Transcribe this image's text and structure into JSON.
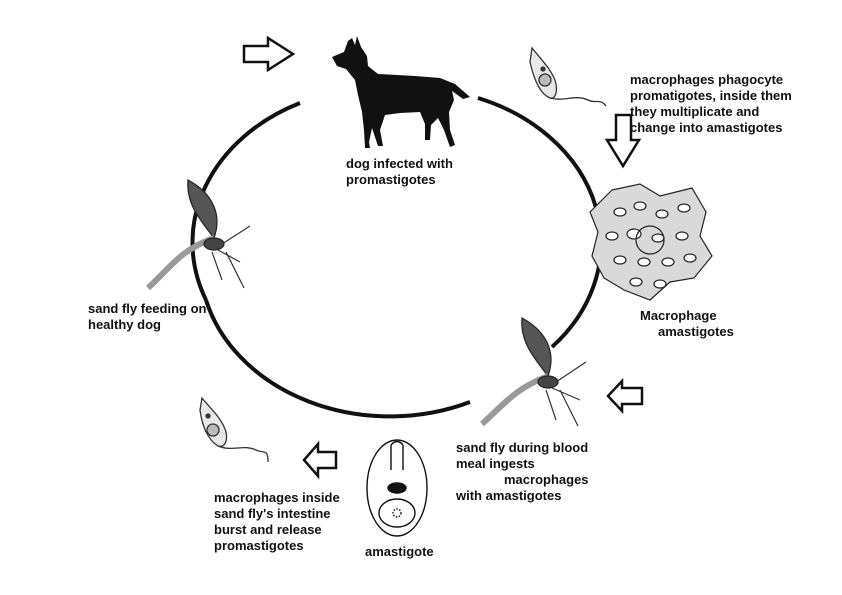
{
  "labels": {
    "dog": [
      "dog infected with",
      "promastigotes"
    ],
    "phagocyte": [
      "macrophages phagocyte",
      "promatigotes, inside them",
      "they multiplicate and",
      "change into amastigotes"
    ],
    "macrophage": [
      "Macrophage",
      "amastigotes"
    ],
    "bloodmeal": [
      "sand fly during blood",
      "meal ingests",
      "macrophages",
      "with amastigotes"
    ],
    "amastigote": "amastigote",
    "burst": [
      "macrophages inside",
      "sand fly's intestine",
      "burst and release",
      "promastigotes"
    ],
    "feeding": [
      "sand fly feeding on",
      "healthy dog"
    ]
  }
}
